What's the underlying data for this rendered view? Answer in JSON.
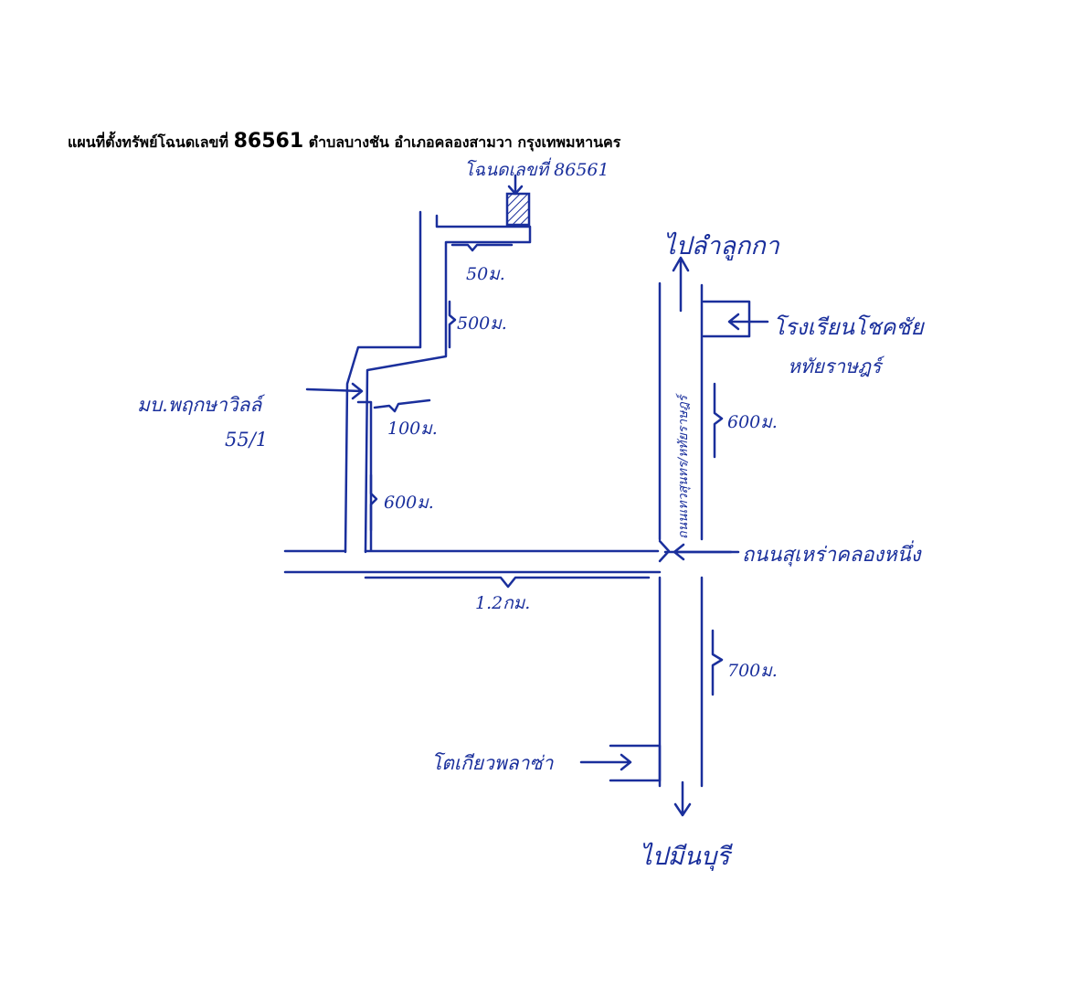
{
  "title": {
    "prefix": "แผนที่ตั้งทรัพย์โฉนดเลขที่",
    "deed_number": "86561",
    "location": "ตำบลบางชัน อำเภอคลองสามวา กรุงเทพมหานคร"
  },
  "labels": {
    "deed_marker": "โฉนดเลขที่ 86561",
    "to_lam_luk_ka": "ไปลำลูกกา",
    "school": "โรงเรียนโชคชัย",
    "school_line2": "หทัยราษฎร์",
    "village": "มบ.พฤกษาวิลล์",
    "village_no": "55/1",
    "road_vertical": "ถนนเทวสุนทร/หทัยราษฎร์",
    "road_horizontal": "ถนนสุเหร่าคลองหนึ่ง",
    "shop": "โตเกียวพลาซ่า",
    "to_min_buri": "ไปมีนบุรี"
  },
  "distances": {
    "d50": "50ม.",
    "d500": "500ม.",
    "d100": "100ม.",
    "d600_left": "600ม.",
    "d600_right": "600ม.",
    "d700": "700ม.",
    "d1200": "1.2กม."
  },
  "colors": {
    "ink": "#1a2f9c",
    "title": "#000000"
  }
}
